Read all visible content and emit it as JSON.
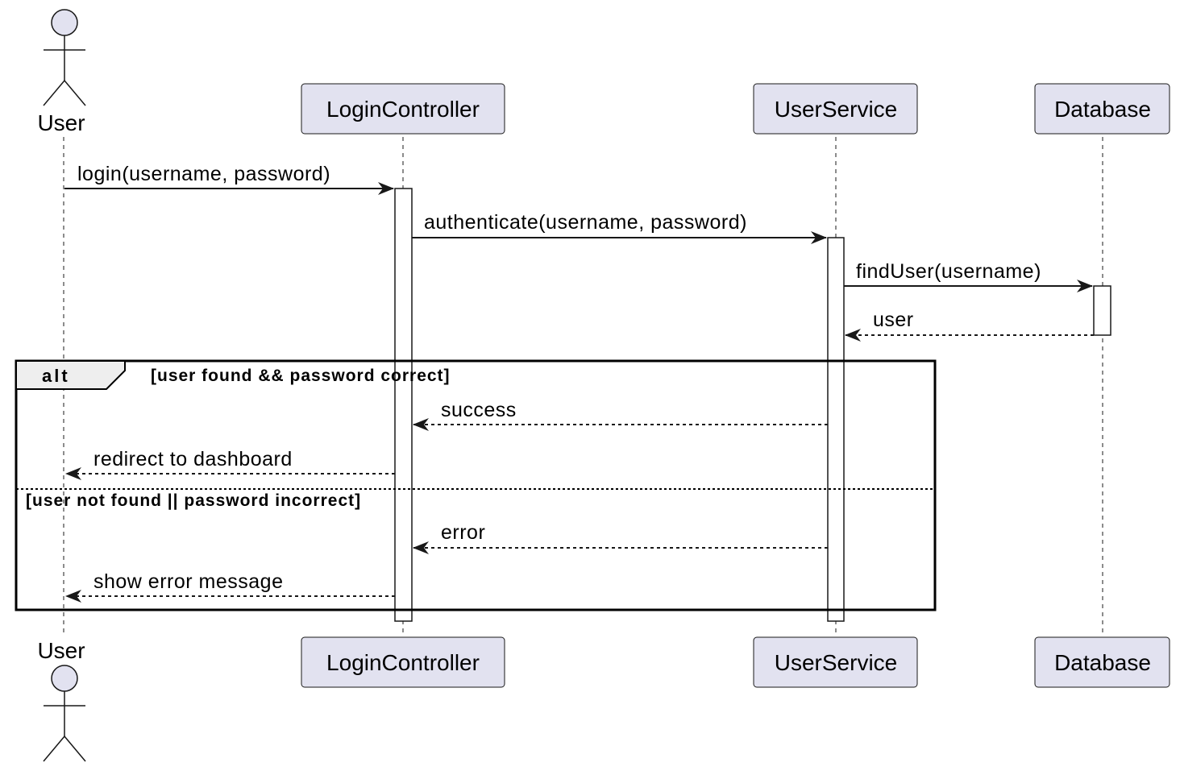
{
  "participants": {
    "user": {
      "label": "User"
    },
    "login_controller": {
      "label": "LoginController"
    },
    "user_service": {
      "label": "UserService"
    },
    "database": {
      "label": "Database"
    }
  },
  "messages": [
    {
      "text": "login(username, password)"
    },
    {
      "text": "authenticate(username, password)"
    },
    {
      "text": "findUser(username)"
    },
    {
      "text": "user"
    },
    {
      "text": "success"
    },
    {
      "text": "redirect to dashboard"
    },
    {
      "text": "error"
    },
    {
      "text": "show error message"
    }
  ],
  "frame": {
    "keyword": "alt",
    "guard_1": "[user found && password correct]",
    "guard_2": "[user not found || password incorrect]"
  },
  "colors": {
    "participant_fill": "#E2E2F0",
    "line": "#181818",
    "frame_tab_fill": "#EEEEEE"
  }
}
